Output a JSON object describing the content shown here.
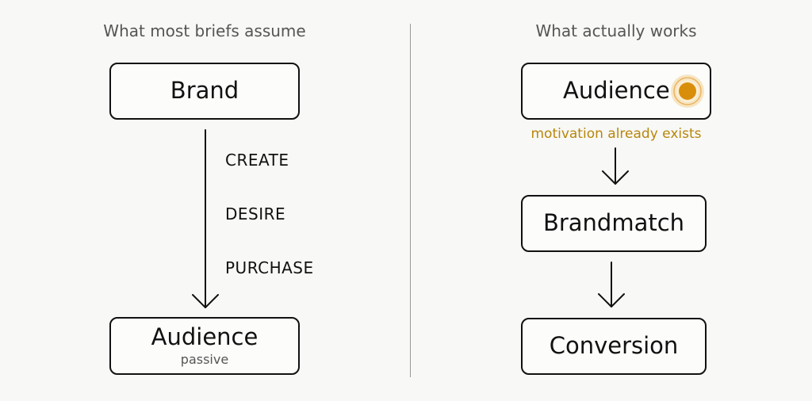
{
  "left": {
    "heading": "What most briefs assume",
    "top_box": "Brand",
    "steps": [
      "CREATE",
      "DESIRE",
      "PURCHASE"
    ],
    "bottom_box": {
      "label": "Audience",
      "sub": "passive"
    }
  },
  "right": {
    "heading": "What actually works",
    "boxes": [
      "Audience",
      "Brandmatch",
      "Conversion"
    ],
    "annotation": "motivation already exists"
  },
  "colors": {
    "accent": "#d98e0b",
    "annotation": "#b8860b",
    "stroke": "#111111"
  },
  "icons": {
    "highlight": "target-dot-icon"
  }
}
